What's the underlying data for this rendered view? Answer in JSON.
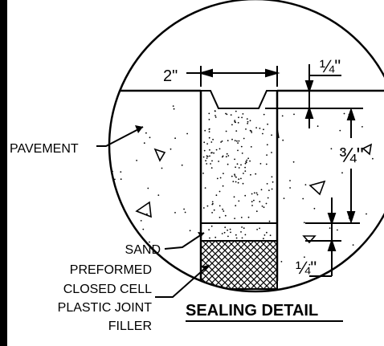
{
  "labels": {
    "width": "2\"",
    "quarter_top": "¼\"",
    "three_quarter": "¾\"",
    "quarter_bottom": "¼\"",
    "pavement": "PAVEMENT",
    "sand": "SAND",
    "filler_line1": "PREFORMED",
    "filler_line2": "CLOSED CELL",
    "filler_line3": "PLASTIC JOINT",
    "filler_line4": "FILLER",
    "title": "SEALING DETAIL"
  }
}
